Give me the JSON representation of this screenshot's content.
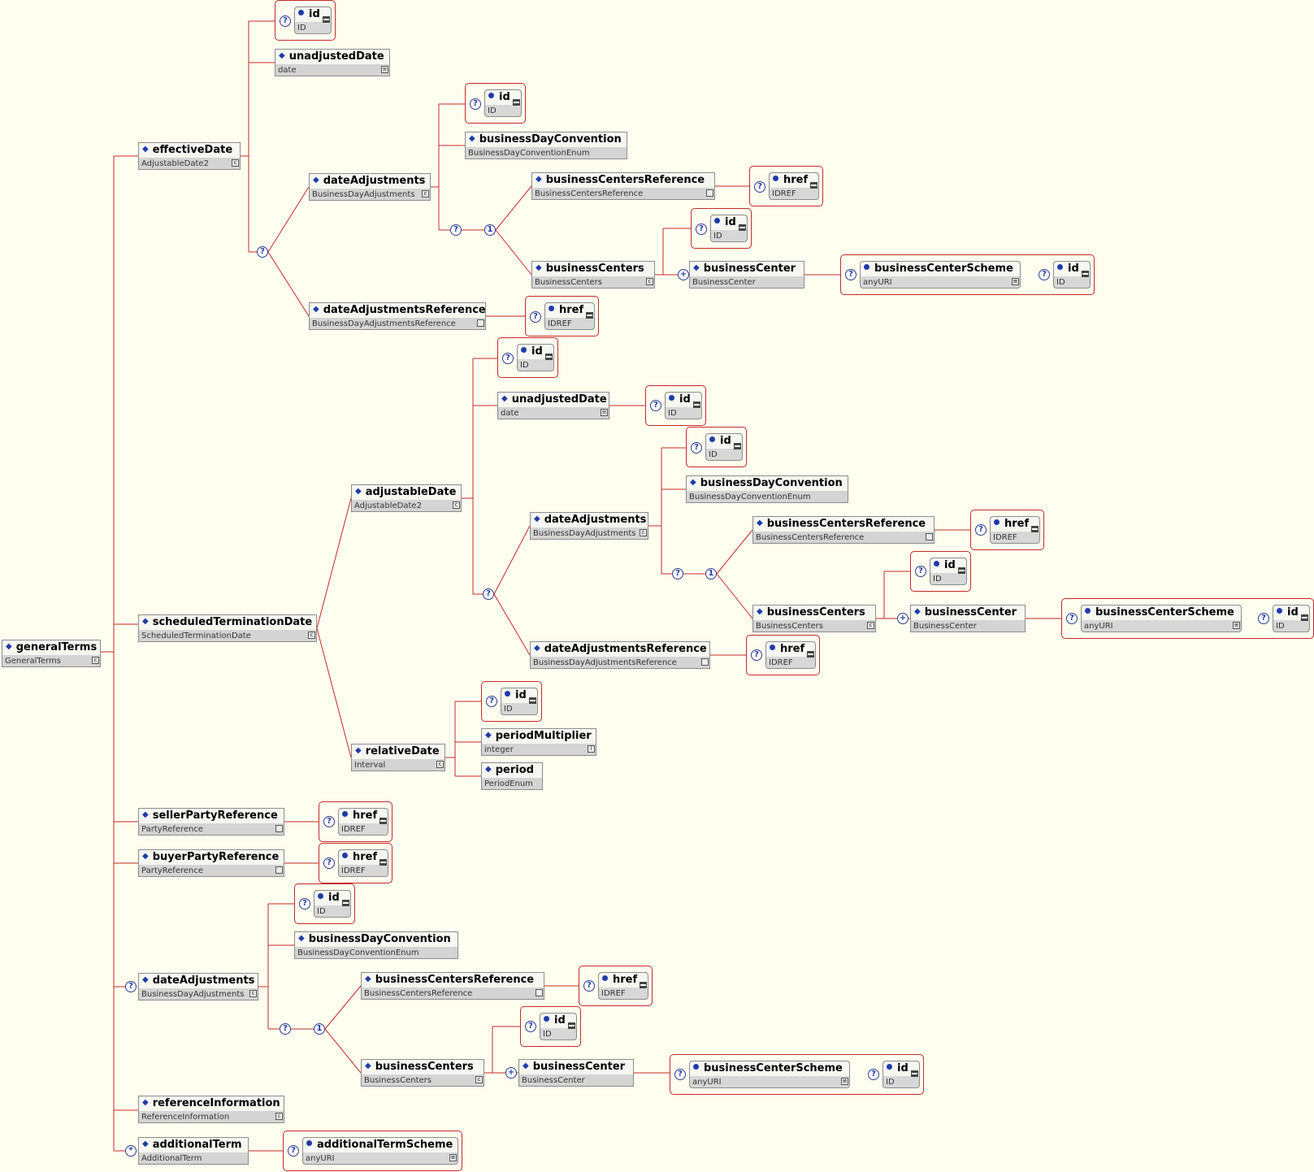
{
  "nodes": [
    {
      "id": "general-terms",
      "name": "generalTerms",
      "type": "GeneralTerms",
      "expand": "c"
    },
    {
      "id": "effective-date",
      "name": "effectiveDate",
      "type": "AdjustableDate2",
      "expand": "c"
    },
    {
      "id": "ed-unadjusted-date",
      "name": "unadjustedDate",
      "type": "date",
      "expand": "≡"
    },
    {
      "id": "ed-date-adjustments",
      "name": "dateAdjustments",
      "type": "BusinessDayAdjustments",
      "expand": "c"
    },
    {
      "id": "ed-business-day-convention",
      "name": "businessDayConvention",
      "type": "BusinessDayConventionEnum"
    },
    {
      "id": "ed-business-centers-reference",
      "name": "businessCentersReference",
      "type": "BusinessCentersReference",
      "expand": " "
    },
    {
      "id": "ed-business-centers",
      "name": "businessCenters",
      "type": "BusinessCenters",
      "expand": "c"
    },
    {
      "id": "ed-business-center",
      "name": "businessCenter",
      "type": "BusinessCenter"
    },
    {
      "id": "ed-date-adjustments-reference",
      "name": "dateAdjustmentsReference",
      "type": "BusinessDayAdjustmentsReference",
      "expand": " "
    },
    {
      "id": "scheduled-termination-date",
      "name": "scheduledTerminationDate",
      "type": "ScheduledTerminationDate",
      "expand": "c"
    },
    {
      "id": "adjustable-date",
      "name": "adjustableDate",
      "type": "AdjustableDate2",
      "expand": "c"
    },
    {
      "id": "ad-unadjusted-date",
      "name": "unadjustedDate",
      "type": "date",
      "expand": "≡"
    },
    {
      "id": "ad-date-adjustments",
      "name": "dateAdjustments",
      "type": "BusinessDayAdjustments",
      "expand": "c"
    },
    {
      "id": "ad-business-day-convention",
      "name": "businessDayConvention",
      "type": "BusinessDayConventionEnum"
    },
    {
      "id": "ad-business-centers-reference",
      "name": "businessCentersReference",
      "type": "BusinessCentersReference",
      "expand": " "
    },
    {
      "id": "ad-business-centers",
      "name": "businessCenters",
      "type": "BusinessCenters",
      "expand": "c"
    },
    {
      "id": "ad-business-center",
      "name": "businessCenter",
      "type": "BusinessCenter"
    },
    {
      "id": "ad-date-adjustments-reference",
      "name": "dateAdjustmentsReference",
      "type": "BusinessDayAdjustmentsReference",
      "expand": " "
    },
    {
      "id": "relative-date",
      "name": "relativeDate",
      "type": "Interval",
      "expand": "c"
    },
    {
      "id": "period-multiplier",
      "name": "periodMultiplier",
      "type": "integer",
      "expand": "i"
    },
    {
      "id": "period",
      "name": "period",
      "type": "PeriodEnum"
    },
    {
      "id": "seller-party-reference",
      "name": "sellerPartyReference",
      "type": "PartyReference",
      "expand": " "
    },
    {
      "id": "buyer-party-reference",
      "name": "buyerPartyReference",
      "type": "PartyReference",
      "expand": " "
    },
    {
      "id": "gt-date-adjustments",
      "name": "dateAdjustments",
      "type": "BusinessDayAdjustments",
      "expand": "c"
    },
    {
      "id": "gt-business-day-convention",
      "name": "businessDayConvention",
      "type": "BusinessDayConventionEnum"
    },
    {
      "id": "gt-business-centers-reference",
      "name": "businessCentersReference",
      "type": "BusinessCentersReference",
      "expand": " "
    },
    {
      "id": "gt-business-centers",
      "name": "businessCenters",
      "type": "BusinessCenters",
      "expand": "c"
    },
    {
      "id": "gt-business-center",
      "name": "businessCenter",
      "type": "BusinessCenter"
    },
    {
      "id": "reference-information",
      "name": "referenceInformation",
      "type": "ReferenceInformation",
      "expand": "c"
    },
    {
      "id": "additional-term",
      "name": "additionalTerm",
      "type": "AdditionalTerm"
    }
  ],
  "attributes": [
    {
      "id": "attr-ed-id",
      "name": "id",
      "type": "ID"
    },
    {
      "id": "attr-ed-da-id",
      "name": "id",
      "type": "ID"
    },
    {
      "id": "attr-ed-bcr-href",
      "name": "href",
      "type": "IDREF"
    },
    {
      "id": "attr-ed-bcs-id",
      "name": "id",
      "type": "ID"
    },
    {
      "id": "attr-ed-bc-scheme",
      "name": "businessCenterScheme",
      "type": "anyURI",
      "scheme": true
    },
    {
      "id": "attr-ed-bc-id",
      "name": "id",
      "type": "ID"
    },
    {
      "id": "attr-ed-dar-href",
      "name": "href",
      "type": "IDREF"
    },
    {
      "id": "attr-ad-id",
      "name": "id",
      "type": "ID"
    },
    {
      "id": "attr-ad-ud-id",
      "name": "id",
      "type": "ID"
    },
    {
      "id": "attr-ad-da-id",
      "name": "id",
      "type": "ID"
    },
    {
      "id": "attr-ad-bcr-href",
      "name": "href",
      "type": "IDREF"
    },
    {
      "id": "attr-ad-bcs-id",
      "name": "id",
      "type": "ID"
    },
    {
      "id": "attr-ad-bc-scheme",
      "name": "businessCenterScheme",
      "type": "anyURI",
      "scheme": true
    },
    {
      "id": "attr-ad-bc-id",
      "name": "id",
      "type": "ID"
    },
    {
      "id": "attr-ad-dar-href",
      "name": "href",
      "type": "IDREF"
    },
    {
      "id": "attr-rd-id",
      "name": "id",
      "type": "ID"
    },
    {
      "id": "attr-seller-href",
      "name": "href",
      "type": "IDREF"
    },
    {
      "id": "attr-buyer-href",
      "name": "href",
      "type": "IDREF"
    },
    {
      "id": "attr-gt-da-id",
      "name": "id",
      "type": "ID"
    },
    {
      "id": "attr-gt-bcr-href",
      "name": "href",
      "type": "IDREF"
    },
    {
      "id": "attr-gt-bcs-id",
      "name": "id",
      "type": "ID"
    },
    {
      "id": "attr-gt-bc-scheme",
      "name": "businessCenterScheme",
      "type": "anyURI",
      "scheme": true
    },
    {
      "id": "attr-gt-bc-id",
      "name": "id",
      "type": "ID"
    },
    {
      "id": "attr-at-scheme",
      "name": "additionalTermScheme",
      "type": "anyURI",
      "scheme": true
    }
  ],
  "badges": {
    "optional": "?",
    "choice": "1",
    "repeat": "+",
    "any": "*"
  },
  "colors": {
    "background": "#FFFFF0",
    "connector": "#C62828",
    "node_fill": "#D4D4D4",
    "node_name_fill": "#F7F7F2",
    "marker": "#1F3BA8"
  }
}
